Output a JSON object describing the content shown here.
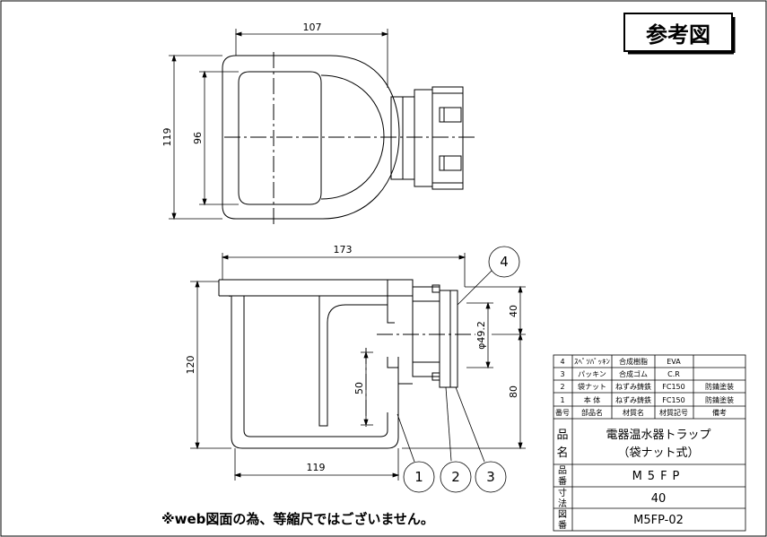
{
  "badge": "参考図",
  "note": "※web図面の為、等縮尺ではございません。",
  "dims": {
    "top_width": "107",
    "top_height": "119",
    "top_inner": "96",
    "front_width": "173",
    "front_height": "120",
    "front_bottom": "119",
    "inlet_depth": "50",
    "outlet_diameter": "φ49.2",
    "outlet_top": "40",
    "outlet_height": "80"
  },
  "balloons": [
    "1",
    "2",
    "3",
    "4"
  ],
  "parts": [
    {
      "no": "4",
      "name": "ｽﾍﾟｿﾊﾟｯｷﾝ",
      "material": "合成樹脂",
      "material_code": "EVA",
      "remarks": ""
    },
    {
      "no": "3",
      "name": "パッキン",
      "material": "合成ゴム",
      "material_code": "C.R",
      "remarks": ""
    },
    {
      "no": "2",
      "name": "袋ナット",
      "material": "ねずみ鋳鉄",
      "material_code": "FC150",
      "remarks": "防錆塗装"
    },
    {
      "no": "1",
      "name": "本 体",
      "material": "ねずみ鋳鉄",
      "material_code": "FC150",
      "remarks": "防錆塗装"
    }
  ],
  "table_header": {
    "no": "番号",
    "name": "部品名",
    "material": "材質名",
    "material_code": "材質記号",
    "remarks": "備考"
  },
  "title_block": {
    "product_label_1": "品",
    "product_label_2": "名",
    "product_name_1": "電器温水器トラップ",
    "product_name_2": "（袋ナット式）",
    "part_no_label_1": "品",
    "part_no_label_2": "番",
    "part_no": "M5FP",
    "size_label_1": "寸",
    "size_label_2": "法",
    "size": "40",
    "drawing_label_1": "図",
    "drawing_label_2": "番",
    "drawing_no": "M5FP-02"
  }
}
